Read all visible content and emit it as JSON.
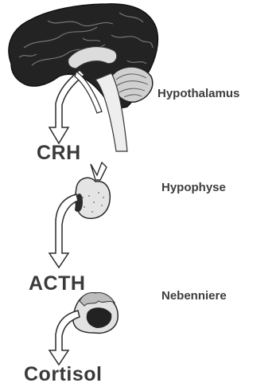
{
  "hormones": {
    "crh": "CRH",
    "acth": "ACTH",
    "cortisol": "Cortisol"
  },
  "organs": {
    "hypothalamus": "Hypothalamus",
    "hypophyse": "Hypophyse",
    "nebenniere": "Nebenniere"
  },
  "colors": {
    "ink": "#2b2b2b",
    "label": "#3d3d3d",
    "background": "#ffffff"
  },
  "icons": [
    "brain-icon",
    "pituitary-gland-icon",
    "adrenal-gland-icon",
    "down-arrow-icon"
  ]
}
